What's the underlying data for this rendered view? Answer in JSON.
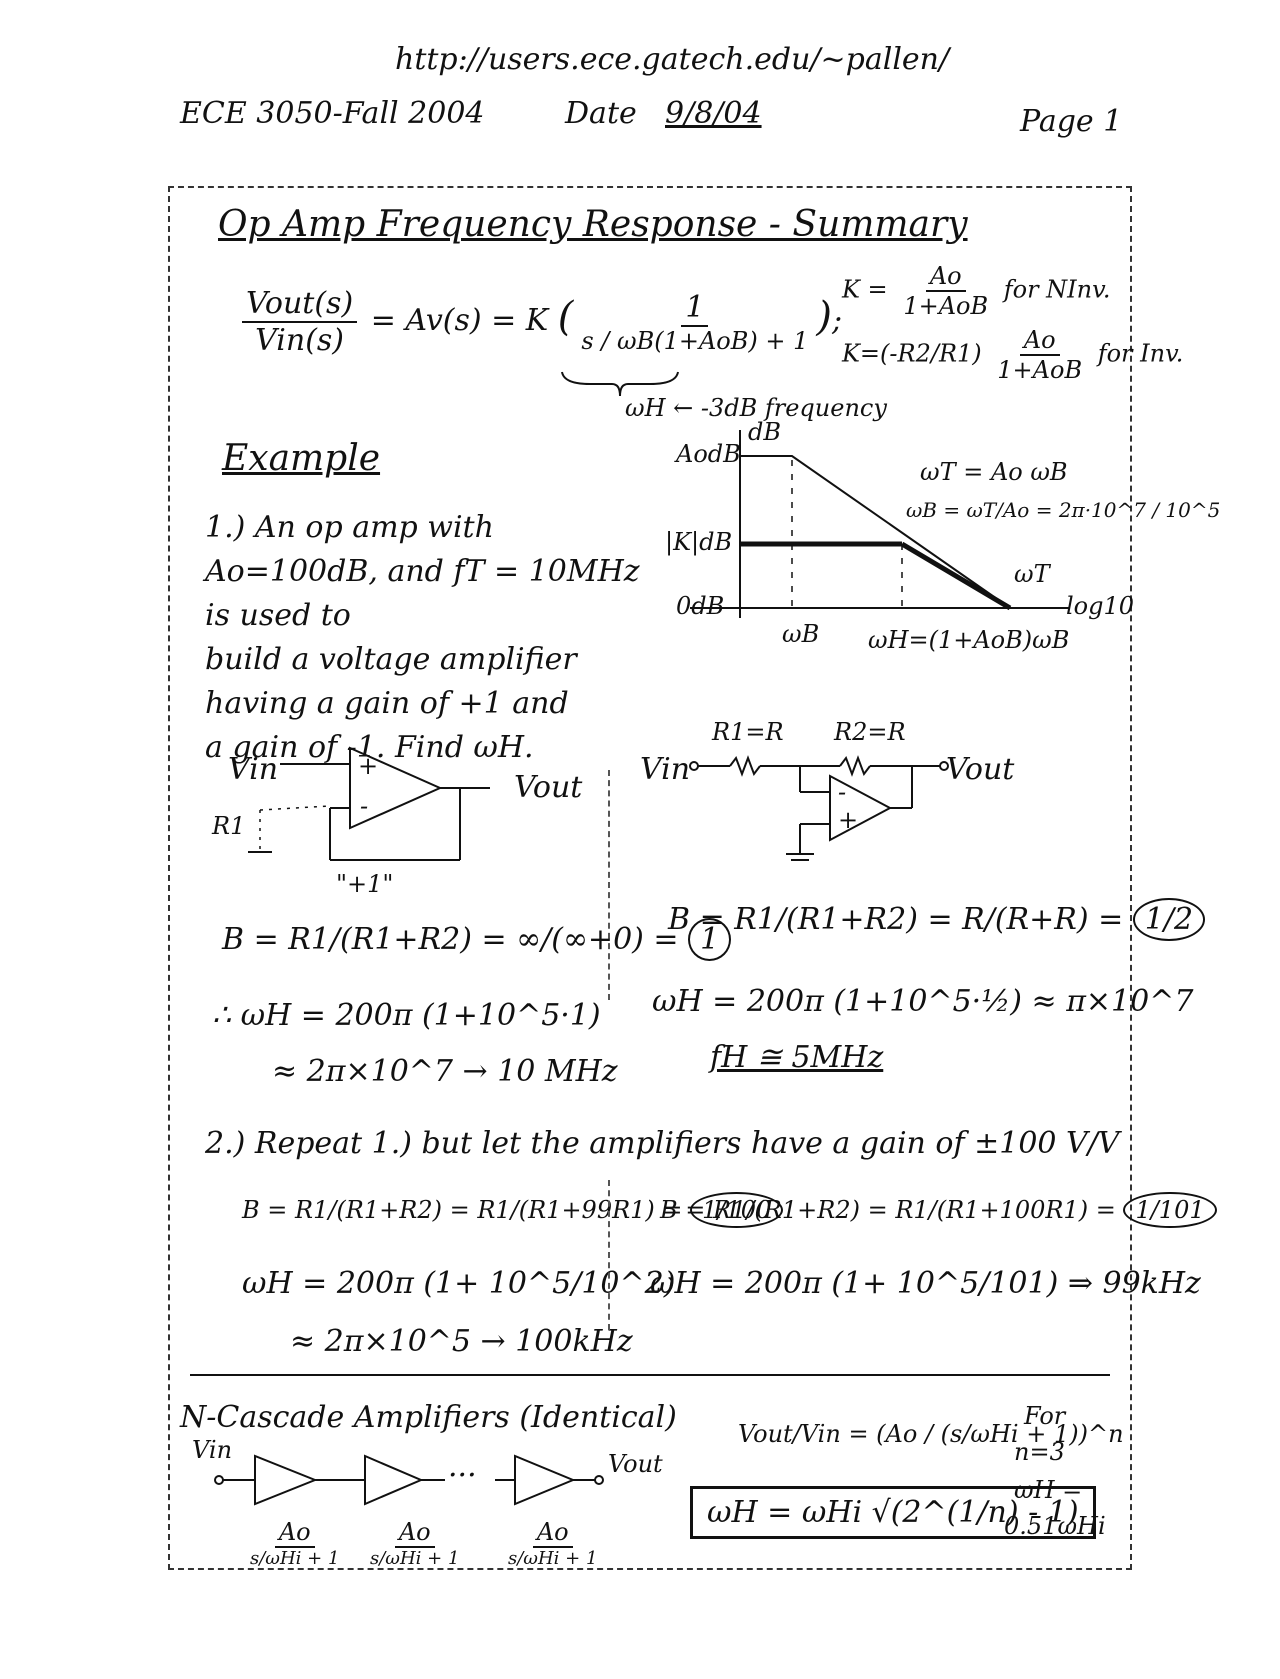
{
  "header": {
    "url": "http://users.ece.gatech.edu/~pallen/",
    "course": "ECE 3050-Fall 2004",
    "date_label": "Date",
    "date_value": "9/8/04",
    "page": "Page 1"
  },
  "title": "Op Amp Frequency Response - Summary",
  "summary": {
    "lhs_num": "Vout(s)",
    "lhs_den": "Vin(s)",
    "eq_mid": "= Av(s) = K",
    "inner_num": "1",
    "inner_den": "s / ωB(1+AoB) + 1",
    "brace_label": "ωH ← -3dB frequency",
    "k_noninv_lhs": "K =",
    "k_noninv_num": "Ao",
    "k_noninv_den": "1+AoB",
    "k_noninv_note": "for NInv.",
    "k_inv_lhs": "K=(-R2/R1)",
    "k_inv_num": "Ao",
    "k_inv_den": "1+AoB",
    "k_inv_note": "for Inv."
  },
  "bode": {
    "y_top": "AodB",
    "y_unit": "dB",
    "y_mid": "|K|dB",
    "y_zero": "0dB",
    "x_b": "ωB",
    "x_h": "ωH=(1+AoB)ωB",
    "x_axis": "log10",
    "wt_label": "ωT",
    "eq1": "ωT = Ao ωB",
    "eq2": "ωB = ωT/Ao = 2π·10^7 / 10^5"
  },
  "example": {
    "heading": "Example",
    "p1_line1": "1.) An op amp with Ao=100dB, and fT = 10MHz is used to",
    "p1_line2": "build a voltage amplifier",
    "p1_line3": "having a gain of +1 and",
    "p1_line4": "a gain of -1. Find ωH.",
    "left_circuit": {
      "vin": "Vin",
      "vout": "Vout",
      "r1": "R1",
      "plus": "+",
      "minus": "-",
      "gain": "\"+1\""
    },
    "right_circuit": {
      "vin": "Vin",
      "vout": "Vout",
      "r1": "R1=R",
      "r2": "R2=R",
      "minus": "-",
      "plus": "+"
    },
    "left_beta": "B = R1/(R1+R2) = ∞/(∞+0) =",
    "left_beta_result": "1",
    "left_wh1": "∴ ωH = 200π (1+10^5·1)",
    "left_wh2": "≈ 2π×10^7 → 10 MHz",
    "right_beta": "B = R1/(R1+R2) = R/(R+R) =",
    "right_beta_result": "1/2",
    "right_wh": "ωH = 200π (1+10^5·½) ≈ π×10^7",
    "right_fh": "fH ≅ 5MHz"
  },
  "problem2": {
    "heading": "2.) Repeat 1.) but let the amplifiers have a gain of ±100 V/V",
    "left_beta": "B = R1/(R1+R2) = R1/(R1+99R1) =",
    "left_beta_result": "1/100",
    "left_wh1": "ωH = 200π (1+ 10^5/10^2)",
    "left_wh2": "≈ 2π×10^5 → 100kHz",
    "right_beta": "B = R1/(R1+R2) = R1/(R1+100R1) =",
    "right_beta_result": "1/101",
    "right_wh": "ωH = 200π (1+ 10^5/101) ⇒ 99kHz"
  },
  "cascade": {
    "heading": "N-Cascade Amplifiers (Identical)",
    "vin": "Vin",
    "vout": "Vout",
    "dots": "···",
    "stage_num": "Ao",
    "stage_den": "s/ωHi + 1",
    "tf": "Vout/Vin = (Ao / (s/ωHi + 1))^n",
    "wh_box": "ωH = ωHi √(2^(1/n) - 1)",
    "for_label": "For",
    "n_val": "n=3",
    "wh_label": "ωH =",
    "wh_val": "0.51ωHi"
  }
}
